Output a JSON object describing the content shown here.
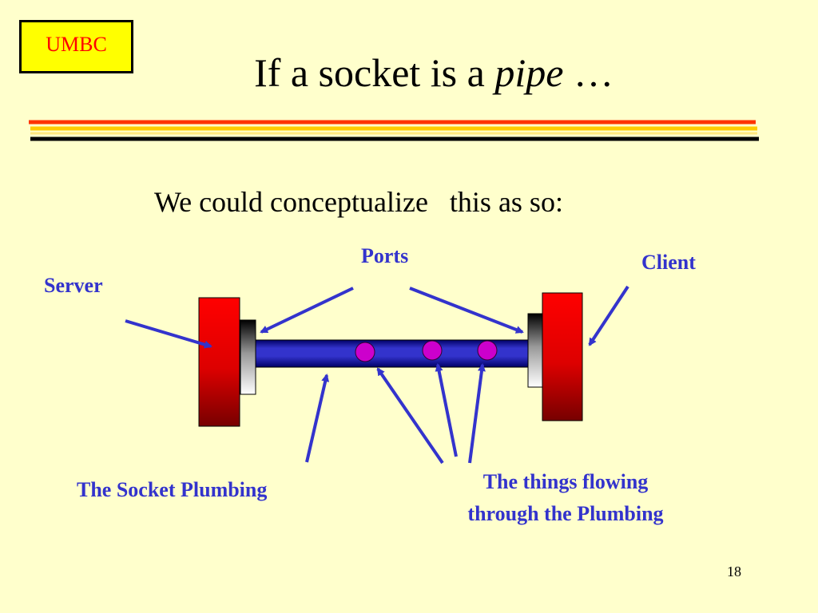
{
  "logo": {
    "text": "UMBC"
  },
  "title": {
    "main": "If a socket is a ",
    "emphasis": "pipe",
    "trail": " …"
  },
  "subtitle": "We could conceptualize   this as so:",
  "labels": {
    "ports": "Ports",
    "client": "Client",
    "server": "Server",
    "plumbing": "The Socket Plumbing",
    "things_flowing": "The things flowing through the Plumbing"
  },
  "page_number": "18",
  "colors": {
    "background": "#FFFFCC",
    "label_blue": "#3333CC",
    "server_client_red": "#FF0000",
    "pipe_blue": "#3333CC",
    "particle_magenta": "#CC00CC",
    "rule_red": "#FF3300",
    "rule_yellow": "#FFCC00"
  }
}
